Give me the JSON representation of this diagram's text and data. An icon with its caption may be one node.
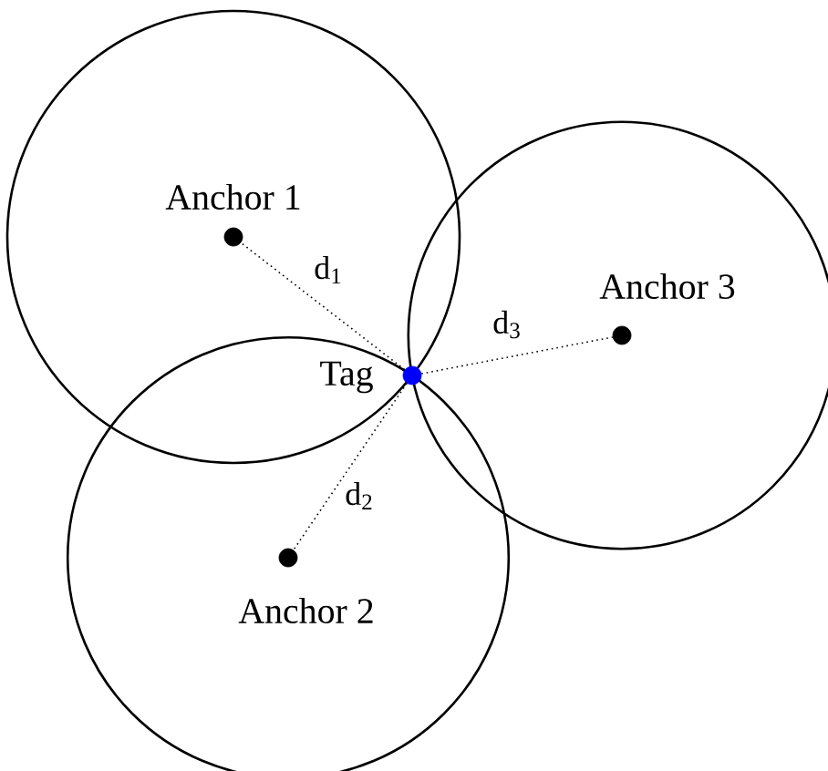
{
  "diagram": {
    "nodes": [
      {
        "text": [
          "Anchor 1"
        ]
      },
      {
        "text": [
          "Anchor 3"
        ]
      },
      {
        "text": [
          "Tag"
        ]
      },
      {
        "text": [
          "Anchor 2"
        ]
      }
    ],
    "edges": [
      {
        "from": 2,
        "to": 0,
        "arrow": "none",
        "label": "d$_{1}$",
        "style": "dashed"
      },
      {
        "from": 2,
        "to": 1,
        "arrow": "none",
        "label": "d$_{3}$",
        "style": "dashed"
      },
      {
        "from": 2,
        "to": 3,
        "arrow": "none",
        "label": "d$_{2}$",
        "style": "dashed"
      }
    ]
  }
}
